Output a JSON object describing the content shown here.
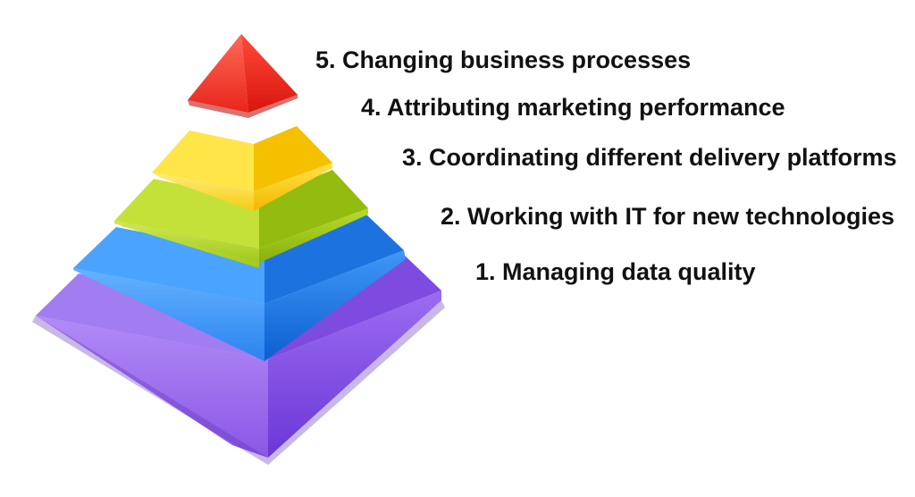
{
  "pyramid": {
    "levels": [
      {
        "label": "5. Changing business processes",
        "color": "#e8251c"
      },
      {
        "label": "4. Attributing marketing performance",
        "color": "#f5c700"
      },
      {
        "label": "3. Coordinating different delivery platforms",
        "color": "#9cc315"
      },
      {
        "label": "2. Working with IT for new technologies",
        "color": "#1e7be8"
      },
      {
        "label": "1. Managing data quality",
        "color": "#8a57e6"
      }
    ]
  }
}
